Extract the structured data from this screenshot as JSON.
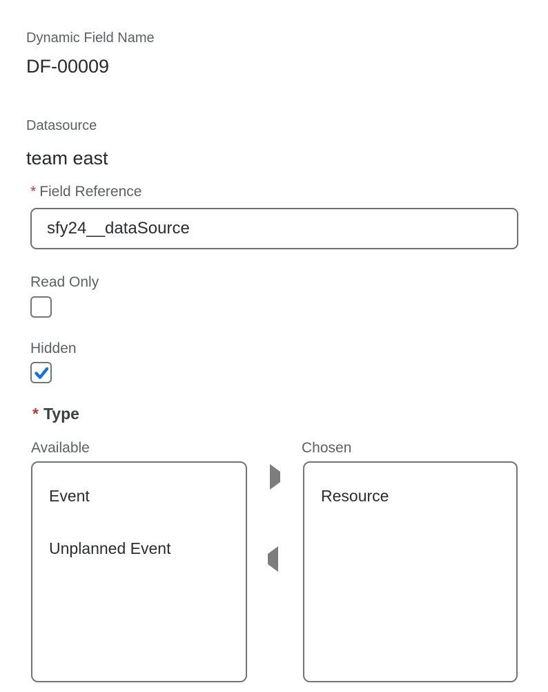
{
  "colors": {
    "label_gray": "#5d5f62",
    "value_dark": "#27282a",
    "border_gray": "#737373",
    "required_red": "#c23934",
    "check_blue": "#1673d6",
    "arrow_gray": "#7d7d7d"
  },
  "fields": {
    "dynamic_field_name": {
      "label": "Dynamic Field Name",
      "value": "DF-00009"
    },
    "datasource": {
      "label": "Datasource",
      "value": "team east"
    },
    "field_reference": {
      "required_marker": "*",
      "label": "Field Reference",
      "value": "sfy24__dataSource"
    },
    "read_only": {
      "label": "Read Only",
      "checked": false
    },
    "hidden": {
      "label": "Hidden",
      "checked": true
    },
    "type": {
      "required_marker": "*",
      "label": "Type",
      "dual_listbox": {
        "available": {
          "label": "Available",
          "options": [
            "Event",
            "Unplanned Event"
          ]
        },
        "chosen": {
          "label": "Chosen",
          "options": [
            "Resource"
          ]
        },
        "move_to_chosen_icon": "right-filled-triangle",
        "move_to_available_icon": "left-filled-triangle"
      }
    }
  }
}
